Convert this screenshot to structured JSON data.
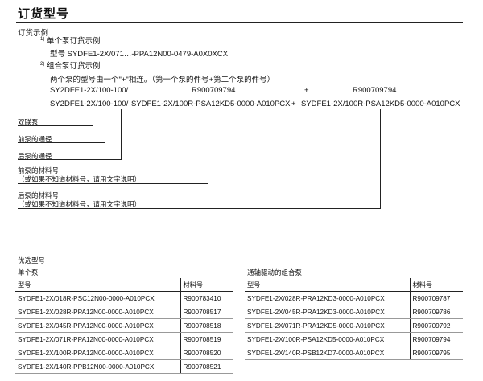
{
  "section_title": "订货型号",
  "example": {
    "heading": "订货示例",
    "single": {
      "num": "1)",
      "heading": "单个泵订货示例",
      "model": "型号 SYDFE1-2X/071…-PPA12N00-0479-A0X0XCX"
    },
    "combo": {
      "num": "2)",
      "heading": "组合泵订货示例",
      "description": "两个泵的型号由一个\"+\"相连。（第一个泵的件号+第二个泵的件号）",
      "line1_prefix": "SY2DFE1-2X/100-100/",
      "line1_part1": "R900709794",
      "plus": "+",
      "line1_part2": "R900709794",
      "line2_a": "SY2DFE1-2X/",
      "line2_b": "100",
      "line2_c": "-",
      "line2_d": "100",
      "line2_e": "/",
      "line2_f": "SYDFE1-2X/100R-PSA12KD5-0000-A010PCX",
      "line2_plus": "+",
      "line2_g": "SYDFE1-2X/100R-PSA12KD5-0000-A010PCX"
    },
    "callouts": {
      "double": "双联泵",
      "front_size": "前泵的通径",
      "rear_size": "后泵的通径",
      "front_material": "前泵的材料号",
      "front_material_note": "（或如果不知道材料号，请用文字说明）",
      "rear_material": "后泵的材料号",
      "rear_material_note": "（或如果不知道材料号，请用文字说明）"
    }
  },
  "preferred": {
    "heading": "优选型号",
    "single_caption": "单个泵",
    "combo_caption": "通轴驱动的组合泵",
    "columns": [
      "型号",
      "材料号"
    ],
    "single_rows": [
      [
        "SYDFE1-2X/018R-PSC12N00-0000-A010PCX",
        "R900783410"
      ],
      [
        "SYDFE1-2X/028R-PPA12N00-0000-A010PCX",
        "R900708517"
      ],
      [
        "SYDFE1-2X/045R-PPA12N00-0000-A010PCX",
        "R900708518"
      ],
      [
        "SYDFE1-2X/071R-PPA12N00-0000-A010PCX",
        "R900708519"
      ],
      [
        "SYDFE1-2X/100R-PPA12N00-0000-A010PCX",
        "R900708520"
      ],
      [
        "SYDFE1-2X/140R-PPB12N00-0000-A010PCX",
        "R900708521"
      ]
    ],
    "combo_rows": [
      [
        "SYDFE1-2X/028R-PRA12KD3-0000-A010PCX",
        "R900709787"
      ],
      [
        "SYDFE1-2X/045R-PRA12KD3-0000-A010PCX",
        "R900709786"
      ],
      [
        "SYDFE1-2X/071R-PRA12KD5-0000-A010PCX",
        "R900709792"
      ],
      [
        "SYDFE1-2X/100R-PSA12KD5-0000-A010PCX",
        "R900709794"
      ],
      [
        "SYDFE1-2X/140R-PSB12KD7-0000-A010PCX",
        "R900709795"
      ]
    ]
  }
}
